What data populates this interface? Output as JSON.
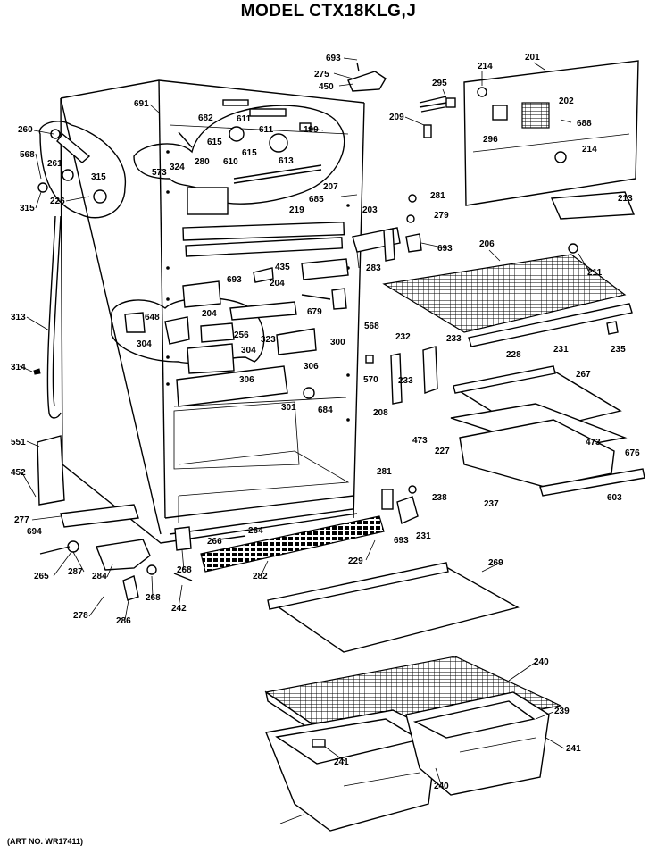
{
  "title": "MODEL CTX18KLG,J",
  "art_number": "(ART NO. WR17411)",
  "callouts": [
    "693",
    "275",
    "450",
    "201",
    "214",
    "295",
    "202",
    "209",
    "688",
    "296",
    "214",
    "691",
    "682",
    "611",
    "615",
    "611",
    "199",
    "260",
    "568",
    "324",
    "573",
    "280",
    "610",
    "615",
    "613",
    "207",
    "261",
    "315",
    "226",
    "315",
    "685",
    "219",
    "203",
    "281",
    "279",
    "213",
    "283",
    "693",
    "206",
    "211",
    "435",
    "204",
    "693",
    "204",
    "679",
    "648",
    "256",
    "304",
    "323",
    "304",
    "300",
    "568",
    "313",
    "314",
    "306",
    "306",
    "301",
    "684",
    "232",
    "233",
    "570",
    "233",
    "208",
    "231",
    "235",
    "228",
    "267",
    "551",
    "473",
    "227",
    "473",
    "676",
    "452",
    "281",
    "238",
    "237",
    "603",
    "277",
    "694",
    "266",
    "264",
    "265",
    "287",
    "284",
    "268",
    "282",
    "693",
    "231",
    "229",
    "269",
    "278",
    "286",
    "268",
    "242",
    "240",
    "239",
    "241",
    "241",
    "240"
  ]
}
